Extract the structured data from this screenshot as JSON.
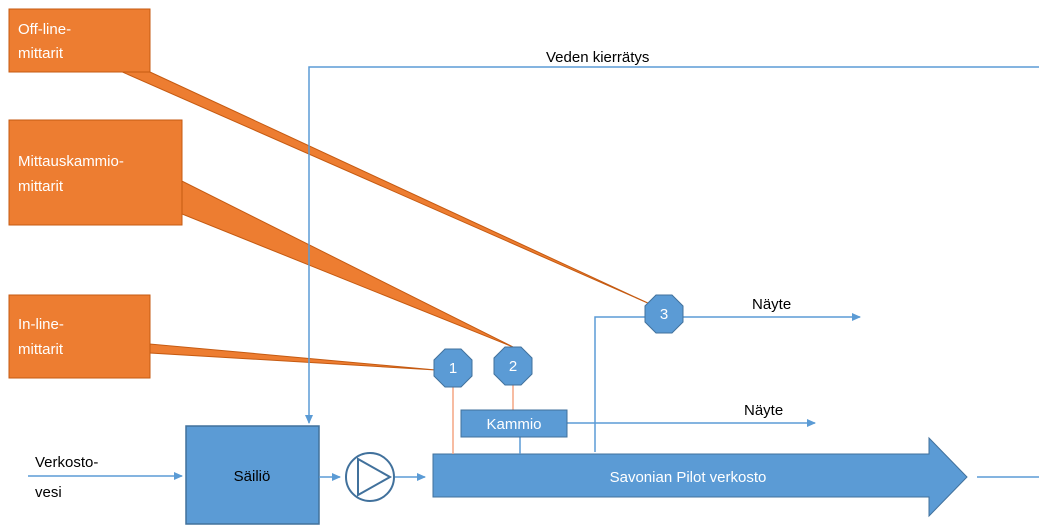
{
  "colors": {
    "orange": "#ED7D31",
    "orange_border": "#C55A11",
    "blue": "#5B9BD5",
    "blue_border": "#41719C",
    "line_blue": "#5B9BD5",
    "line_orange": "#F4A582"
  },
  "callouts": {
    "offline": {
      "line1": "Off-line-",
      "line2": "mittarit"
    },
    "chamber": {
      "line1": "Mittauskammio-",
      "line2": "mittarit"
    },
    "inline": {
      "line1": "In-line-",
      "line2": "mittarit"
    }
  },
  "labels": {
    "recirculation": "Veden kierrätys",
    "sample_top": "Näyte",
    "sample_mid": "Näyte",
    "source_line1": "Verkosto-",
    "source_line2": "vesi"
  },
  "boxes": {
    "tank": "Säiliö",
    "chamber": "Kammio",
    "network": "Savonian Pilot verkosto"
  },
  "badges": {
    "b1": "1",
    "b2": "2",
    "b3": "3"
  },
  "icons": {
    "pump": "pump-icon"
  }
}
